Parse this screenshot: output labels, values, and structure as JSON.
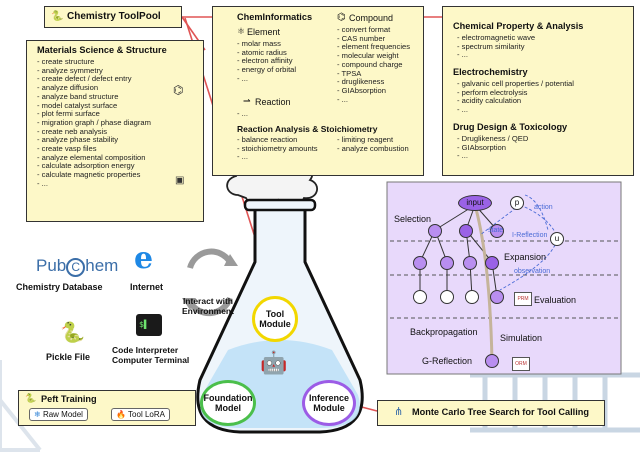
{
  "toolpool": {
    "title": "Chemistry ToolPool"
  },
  "materials": {
    "title": "Materials Science & Structure",
    "items": [
      "create structure",
      "analyze symmetry",
      "create defect / defect entry",
      "analyze diffusion",
      "analyze band structure",
      "model catalyst surface",
      "plot fermi surface",
      "migration graph / phase diagram",
      "create neb analysis",
      "analyze phase stability",
      "create vasp files",
      "analyze elemental composition",
      "calculate adsorption energy",
      "calculate magnetic properties",
      "..."
    ]
  },
  "cheminformatics": {
    "title": "ChemInformatics",
    "element_label": "Element",
    "element_items": [
      "molar mass",
      "atomic radius",
      "electron affinity",
      "energy of orbital",
      "..."
    ],
    "reaction_label": "Reaction",
    "reaction_items": [
      "..."
    ],
    "compound_label": "Compound",
    "compound_items": [
      "convert format",
      "CAS number",
      "element frequencies",
      "molecular weight",
      "compound charge",
      "TPSA",
      "druglikeness",
      "GIAbsorption",
      "..."
    ]
  },
  "reaction_analysis": {
    "title": "Reaction Analysis & Stoichiometry",
    "left_items": [
      "balance reaction",
      "stoichiometry amounts",
      "..."
    ],
    "right_items": [
      "limiting reagent",
      "analyze combustion"
    ]
  },
  "chemprop": {
    "title": "Chemical Property & Analysis",
    "items": [
      "electromagnetic wave",
      "spectrum similarity",
      "..."
    ]
  },
  "electrochem": {
    "title": "Electrochemistry",
    "items": [
      "galvanic cell properties / potential",
      "perform electrolysis",
      "acidity calculation",
      "..."
    ]
  },
  "drug": {
    "title": "Drug Design & Toxicology",
    "items": [
      "Druglikeness / QED",
      "GIAbsorption",
      "..."
    ]
  },
  "resources": {
    "pubchem_left": "Pub",
    "pubchem_c": "C",
    "pubchem_right": "hem",
    "chem_db": "Chemistry Database",
    "internet": "Internet",
    "pickle": "Pickle File",
    "terminal_line1": "Code Interpreter",
    "terminal_line2": "Computer Terminal",
    "interact_line1": "Interact with",
    "interact_line2": "Environment"
  },
  "flask": {
    "tool_module_line1": "Tool",
    "tool_module_line2": "Module",
    "foundation_line1": "Foundation",
    "foundation_line2": "Model",
    "inference_line1": "Inference",
    "inference_line2": "Module"
  },
  "peft": {
    "title": "Peft Training",
    "raw_model": "Raw Model",
    "tool_lora": "Tool LoRA"
  },
  "mcts": {
    "selection": "Selection",
    "input": "input",
    "state": "state",
    "action": "action",
    "p": "p",
    "u": "u",
    "i_reflection": "I-Reflection",
    "observation": "observation",
    "expansion": "Expansion",
    "evaluation": "Evaluation",
    "prm": "PRM",
    "orm": "ORM",
    "backpropagation": "Backpropagation",
    "simulation": "Simulation",
    "g_reflection": "G-Reflection",
    "caption": "Monte Carlo Tree Search for Tool Calling"
  },
  "colors": {
    "note": "#fdf8c8",
    "mcts_panel": "#e8d9fb",
    "node": "#b98ef0",
    "node_dark": "#9a62e6",
    "tool_ring": "#f2d700",
    "foundation_ring": "#4bbf4b",
    "inference_ring": "#9c5ce6",
    "connector": "#e05555"
  }
}
